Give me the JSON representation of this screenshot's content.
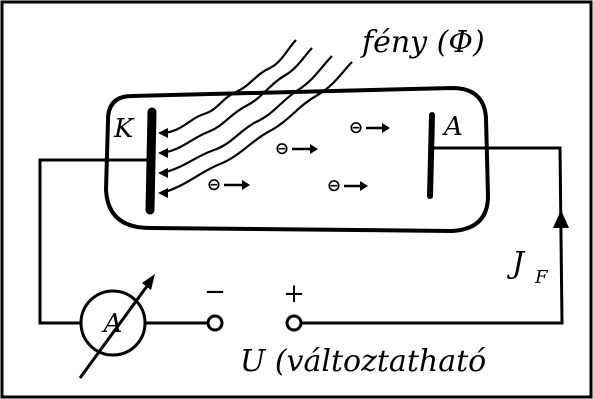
{
  "labels": {
    "light": "fény (Φ)",
    "cathode": "K",
    "anode": "A",
    "ammeter": "A",
    "minus": "−",
    "plus": "+",
    "voltage": "U (változtatható",
    "current_main": "J",
    "current_sub": "F"
  },
  "electron_symbol": "⊖"
}
